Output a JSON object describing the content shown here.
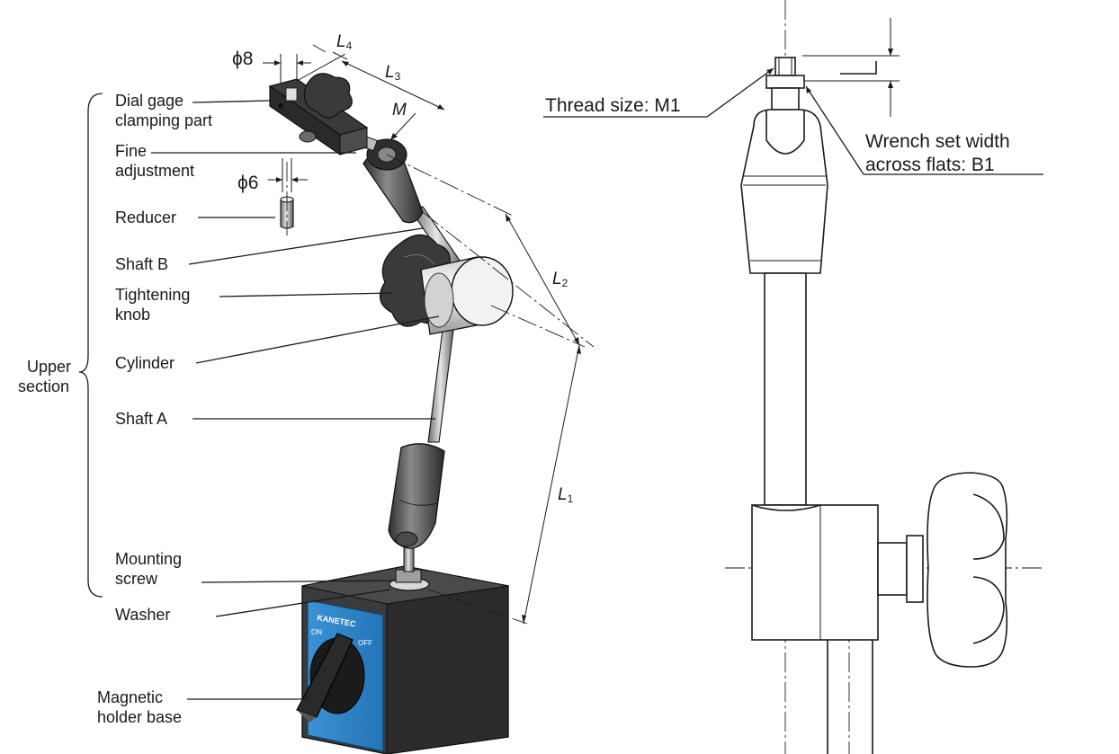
{
  "labels": {
    "dial_gage_clamping_part": [
      "Dial gage",
      "clamping part"
    ],
    "fine_adjustment": [
      "Fine",
      "adjustment"
    ],
    "reducer": "Reducer",
    "shaft_b": "Shaft B",
    "tightening_knob": [
      "Tightening",
      "knob"
    ],
    "cylinder": "Cylinder",
    "shaft_a": "Shaft A",
    "upper_section": [
      "Upper",
      "section"
    ],
    "mounting_screw": [
      "Mounting",
      "screw"
    ],
    "washer": "Washer",
    "magnetic_holder_base": [
      "Magnetic",
      "holder base"
    ]
  },
  "dimensions": {
    "phi8": "ϕ8",
    "phi6": "ϕ6",
    "l4": "L",
    "l4_sub": "4",
    "l3": "L",
    "l3_sub": "3",
    "m": "M",
    "l2": "L",
    "l2_sub": "2",
    "l1": "L",
    "l1_sub": "1"
  },
  "base": {
    "brand": "KANETEC",
    "on": "ON",
    "off": "OFF",
    "panel_color": "#2f86c9",
    "body_color": "#3b3b3d"
  },
  "detail": {
    "thread_size": "Thread size: M1",
    "wrench_width": [
      "Wrench set width",
      "across flats: B1"
    ]
  }
}
